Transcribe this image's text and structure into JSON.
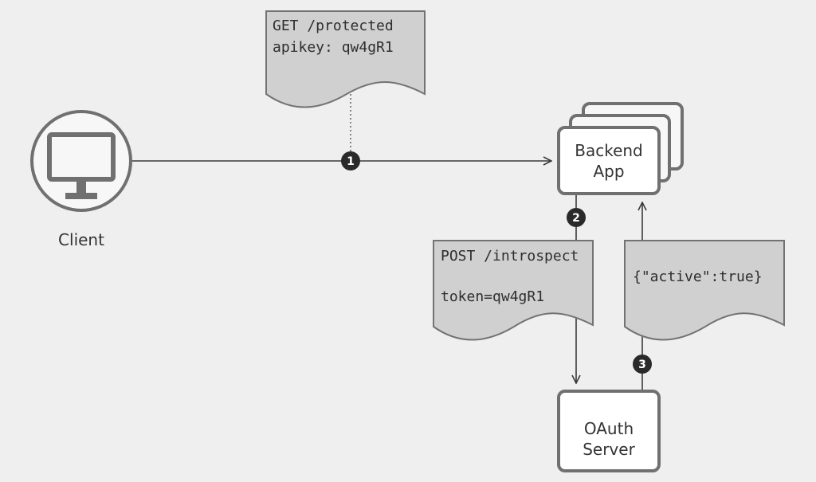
{
  "client": {
    "label": "Client",
    "icon": "monitor-icon"
  },
  "backend": {
    "label_line1": "Backend",
    "label_line2": "App"
  },
  "oauth": {
    "label_line1": "OAuth",
    "label_line2": "Server"
  },
  "doc_get": {
    "line1": "GET /protected",
    "line2": "apikey: qw4gR1"
  },
  "doc_post": {
    "line1": "POST /introspect",
    "line2": "token=qw4gR1"
  },
  "doc_response": {
    "line1": "{\"active\":true}"
  },
  "steps": {
    "one": "1",
    "two": "2",
    "three": "3"
  },
  "colors": {
    "background": "#efefef",
    "stroke": "#737373",
    "doc_fill": "#d0d0d0",
    "badge": "#2a2a2a"
  }
}
